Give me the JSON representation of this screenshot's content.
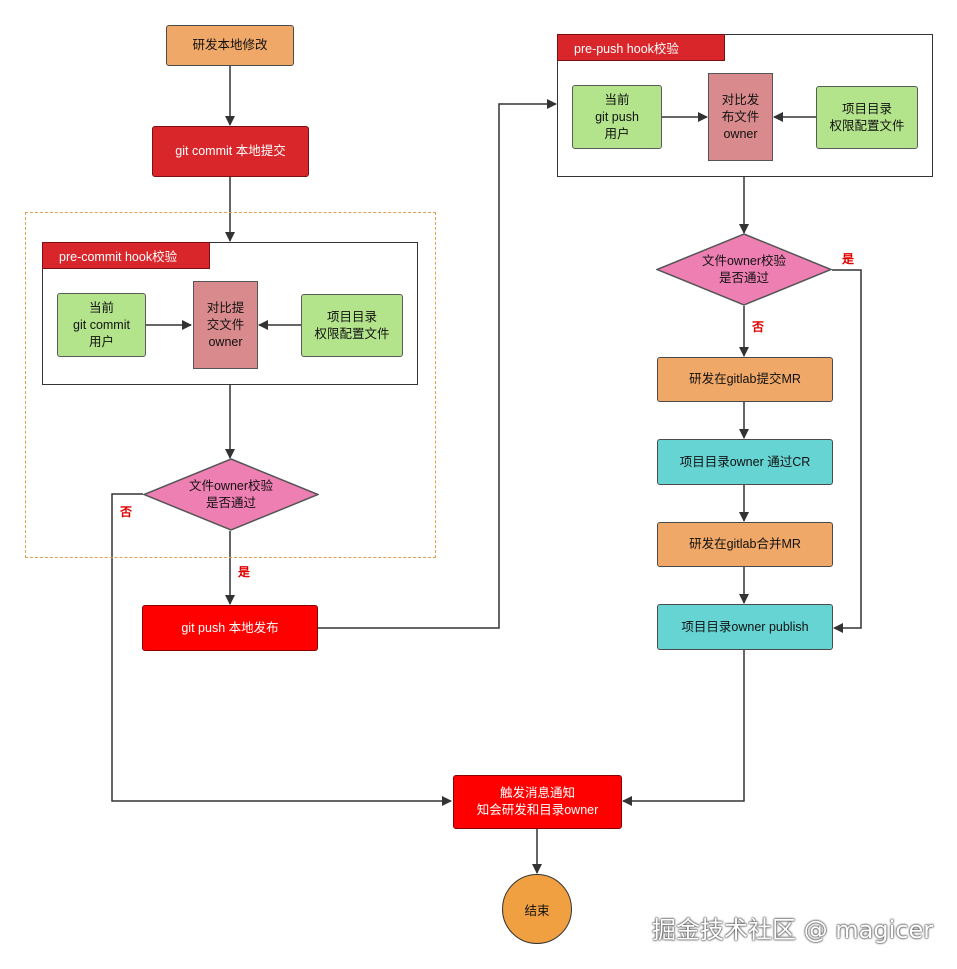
{
  "nodes": {
    "dev_modify": "研发本地修改",
    "git_commit": "git commit 本地提交",
    "pre_commit_title": "pre-commit hook校验",
    "commit_user": "当前\ngit commit\n用户",
    "commit_compare": "对比提\n交文件\nowner",
    "commit_config": "项目目录\n权限配置文件",
    "commit_check": "文件owner校验\n是否通过",
    "git_push": "git push 本地发布",
    "pre_push_title": "pre-push hook校验",
    "push_user": "当前\ngit push\n用户",
    "push_compare": "对比发\n布文件\nowner",
    "push_config": "项目目录\n权限配置文件",
    "push_check": "文件owner校验\n是否通过",
    "submit_mr": "研发在gitlab提交MR",
    "owner_cr": "项目目录owner 通过CR",
    "merge_mr": "研发在gitlab合并MR",
    "owner_publish": "项目目录owner publish",
    "notify": "触发消息通知\n知会研发和目录owner",
    "end": "结束"
  },
  "edge_labels": {
    "commit_no": "否",
    "commit_yes": "是",
    "push_yes": "是",
    "push_no": "否"
  },
  "colors": {
    "orange": "#f0a868",
    "dark_red": "#d9262b",
    "red": "#ff0000",
    "green": "#b3e48c",
    "rose": "#d98a8c",
    "pink": "#ee7fb3",
    "cyan": "#67d4d4",
    "end_orange": "#f0a040",
    "dashed_border": "#e0a050"
  },
  "watermark": "掘金技术社区 @ magicer"
}
